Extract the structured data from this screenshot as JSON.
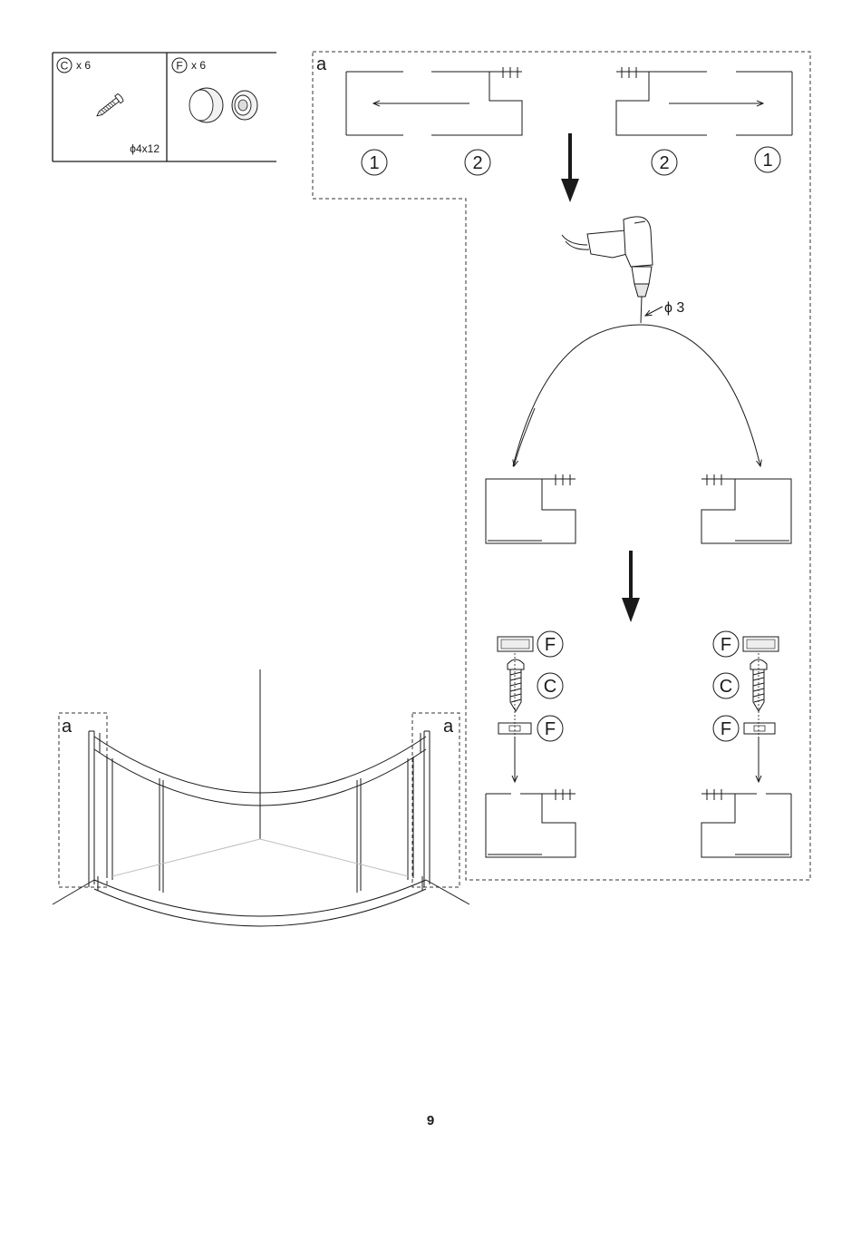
{
  "parts": [
    {
      "letter": "C",
      "qty": "x 6",
      "size": "ϕ4x12",
      "icon": "screw-icon"
    },
    {
      "letter": "F",
      "qty": "x 6",
      "icon": "cover-cap-icon"
    }
  ],
  "detail_label": "a",
  "step_numbers": [
    "1",
    "2",
    "2",
    "1"
  ],
  "drill_bit": "ϕ 3",
  "stack_letters": [
    "F",
    "C",
    "F"
  ],
  "page_number": "9",
  "colors": {
    "line": "#1a1a1a",
    "dash": "#333333",
    "shade": "#bfbfbf"
  }
}
